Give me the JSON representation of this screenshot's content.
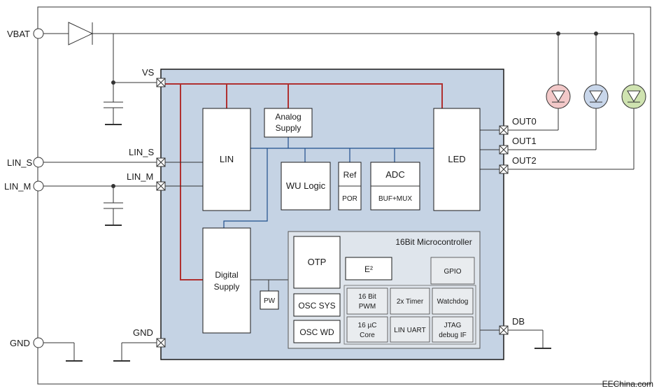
{
  "pins": {
    "vbat": "VBAT",
    "lin_s_ext": "LIN_S",
    "lin_m_ext": "LIN_M",
    "gnd_ext": "GND",
    "vs": "VS",
    "lin_s": "LIN_S",
    "lin_m": "LIN_M",
    "gnd": "GND",
    "out0": "OUT0",
    "out1": "OUT1",
    "out2": "OUT2",
    "db": "DB"
  },
  "blocks": {
    "lin": "LIN",
    "analog_supply_1": "Analog",
    "analog_supply_2": "Supply",
    "wu_logic": "WU Logic",
    "ref": "Ref",
    "por": "POR",
    "adc": "ADC",
    "buf_mux": "BUF+MUX",
    "led": "LED",
    "digital_supply_1": "Digital",
    "digital_supply_2": "Supply",
    "pw": "PW"
  },
  "mcu": {
    "title": "16Bit Microcontroller",
    "otp": "OTP",
    "osc_sys": "OSC SYS",
    "osc_wd": "OSC WD",
    "e2": "E²",
    "gpio": "GPIO",
    "pwm_1": "16 Bit",
    "pwm_2": "PWM",
    "timer": "2x Timer",
    "watchdog": "Watchdog",
    "core_1": "16 µC",
    "core_2": "Core",
    "lin_uart": "LIN UART",
    "jtag_1": "JTAG",
    "jtag_2": "debug IF"
  },
  "watermark": "EEChina.com",
  "colors": {
    "chip_fill": "#c5d3e4",
    "power_line": "#b03030",
    "signal_line": "#1f4e8c",
    "led_red": "#f2c8c8",
    "led_blue": "#c8d6ea",
    "led_green": "#cfe3b0"
  }
}
